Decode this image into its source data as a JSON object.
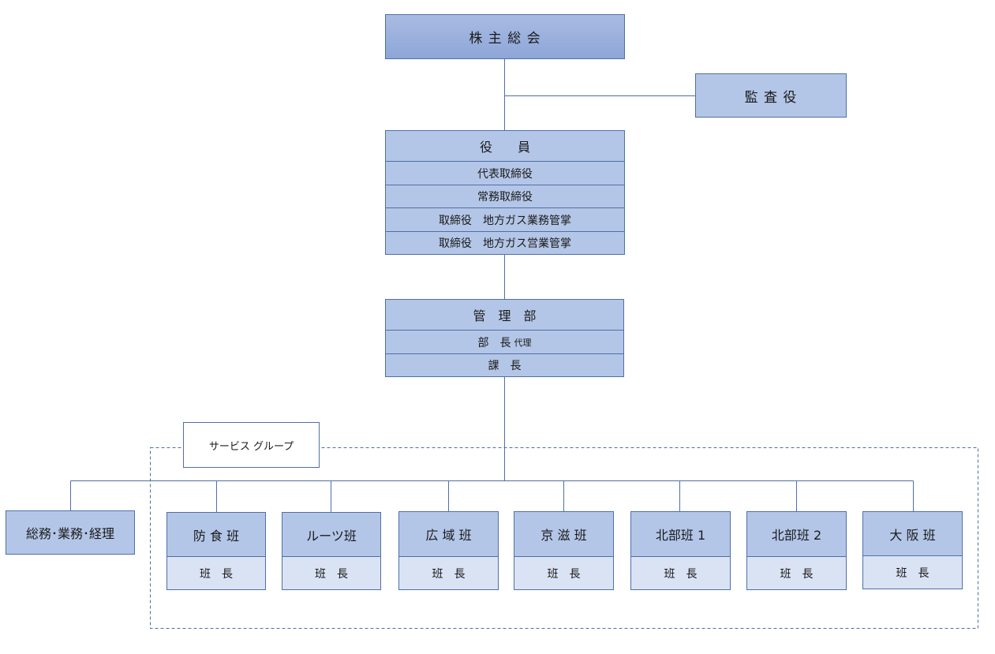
{
  "shareholders": "株 主 総 会",
  "auditor": "監 査 役",
  "officers": {
    "title": "役　　員",
    "rows": [
      "代表取締役",
      "常務取締役",
      "取締役　地方ガス業務管掌",
      "取締役　地方ガス営業管掌"
    ]
  },
  "management": {
    "title": "管　理　部",
    "deputy": "部　長",
    "deputy_suffix": "代理",
    "section_chief": "課　長"
  },
  "service_group_label": "サービス グループ",
  "general_affairs": "総務･業務･経理",
  "teams": [
    {
      "name": "防 食 班",
      "role": "班　長"
    },
    {
      "name": "ルーツ班",
      "role": "班　長"
    },
    {
      "name": "広 域 班",
      "role": "班　長"
    },
    {
      "name": "京 滋 班",
      "role": "班　長"
    },
    {
      "name": "北部班 1",
      "role": "班　長"
    },
    {
      "name": "北部班 2",
      "role": "班　長"
    },
    {
      "name": "大 阪 班",
      "role": "班　長"
    }
  ],
  "colors": {
    "line": "#4f6fa8",
    "box_dark": "#b4c6e7",
    "box_light": "#dae3f3"
  }
}
